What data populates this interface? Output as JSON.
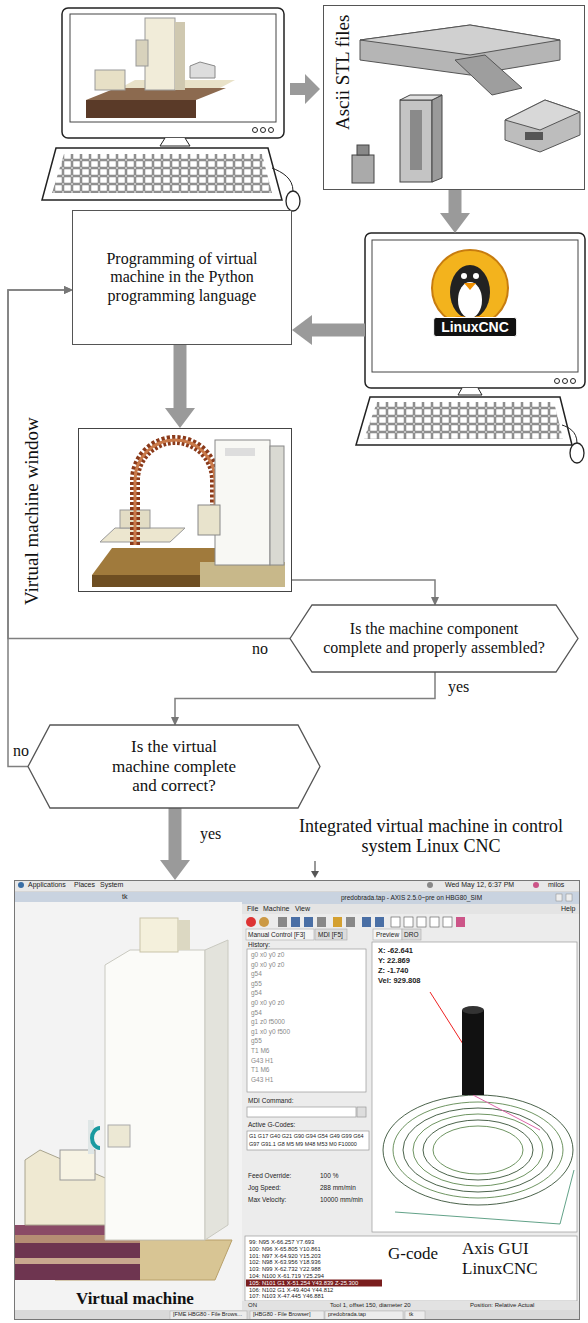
{
  "diagram": {
    "nodes": [
      {
        "text": [
          "Ascii STL files"
        ]
      },
      {
        "text": [
          "LinuxCNC"
        ]
      },
      {
        "text": [
          "Programming of virtual machine in the Python programming language"
        ]
      },
      {
        "text": [
          "Virtual machine window"
        ]
      },
      {
        "text": [
          "Is the machine component complete and properly assembled?"
        ]
      },
      {
        "text": [
          "Is the virtual machine complete and correct?"
        ]
      },
      {
        "text": [
          "Integrated virtual machine in control system Linux CNC"
        ]
      },
      {
        "text": [
          "Virtual machine"
        ],
        "in": 6
      },
      {
        "text": [
          "predobrada.tap - AXIS 2.5.0~pre on HBG80_SIM",
          "Axis GUI LinuxCNC",
          "G-code"
        ],
        "in": 6
      }
    ],
    "edges": [
      {
        "from": 0,
        "to": 1,
        "arrow": "to"
      },
      {
        "from": 1,
        "to": 2,
        "arrow": "to"
      },
      {
        "from": 2,
        "to": 3,
        "arrow": "to"
      },
      {
        "from": 3,
        "to": 4,
        "arrow": "to"
      },
      {
        "from": 4,
        "to": 2,
        "label": "no",
        "arrow": "to"
      },
      {
        "from": 4,
        "to": 5,
        "label": "yes",
        "arrow": "to"
      },
      {
        "from": 5,
        "to": 2,
        "label": "no",
        "arrow": "to"
      },
      {
        "from": 5,
        "to": 6,
        "label": "yes",
        "arrow": "to"
      }
    ],
    "labels": [
      "tk",
      "Applications",
      "Places",
      "System",
      "Wed May 12, 6:37 PM",
      "milos",
      "File",
      "Machine",
      "View",
      "Help",
      "Manual Control [F3]",
      "MDI [F5]",
      "Preview",
      "DRO",
      "History:",
      "g0 x0 y0 z0",
      "g0 x0 y0 z0",
      "g54",
      "g55",
      "g54",
      "g0 x0 y0 z0",
      "g54",
      "g1 z0 f5000",
      "g1 x0 y0 f500",
      "g55",
      "T1 M6",
      "G43 H1",
      "T1 M6",
      "G43 H1",
      "MDI Command:",
      "Active G-Codes:",
      "G1 G17 G40 G21 G90 G94 G54 G49 G99 G64",
      "G97 G91.1 G8 M5 M9 M48 M53 M0 F10000",
      "Feed Override:",
      "100 %",
      "Jog Speed:",
      "288 mm/min",
      "Max Velocity:",
      "10000 mm/min",
      "X: -62.641",
      "Y: 22.869",
      "Z: -1.740",
      "Vel: 929.808",
      "99: N95 X-66.257 Y7.693",
      "100: N96 X-65.805 Y10.861",
      "101: N97 X-64.920 Y15.203",
      "102: N98 X-63.956 Y18.936",
      "103: N99 X-62.732 Y22.988",
      "104: N100 X-61.719 Y25.294",
      "105: N101 G1 X-51.254 Y43.839 Z-25.300",
      "106: N102 G1 X-49.404 Y44.812",
      "107: N103 X-47.445 Y46.881",
      "ON",
      "Tool 1, offset 150, diameter 20",
      "Position: Relative Actual",
      "[FME HBG80 - File Brows...",
      "[HBG80 - File Browser]",
      "predobrada.tap",
      "tk"
    ]
  }
}
